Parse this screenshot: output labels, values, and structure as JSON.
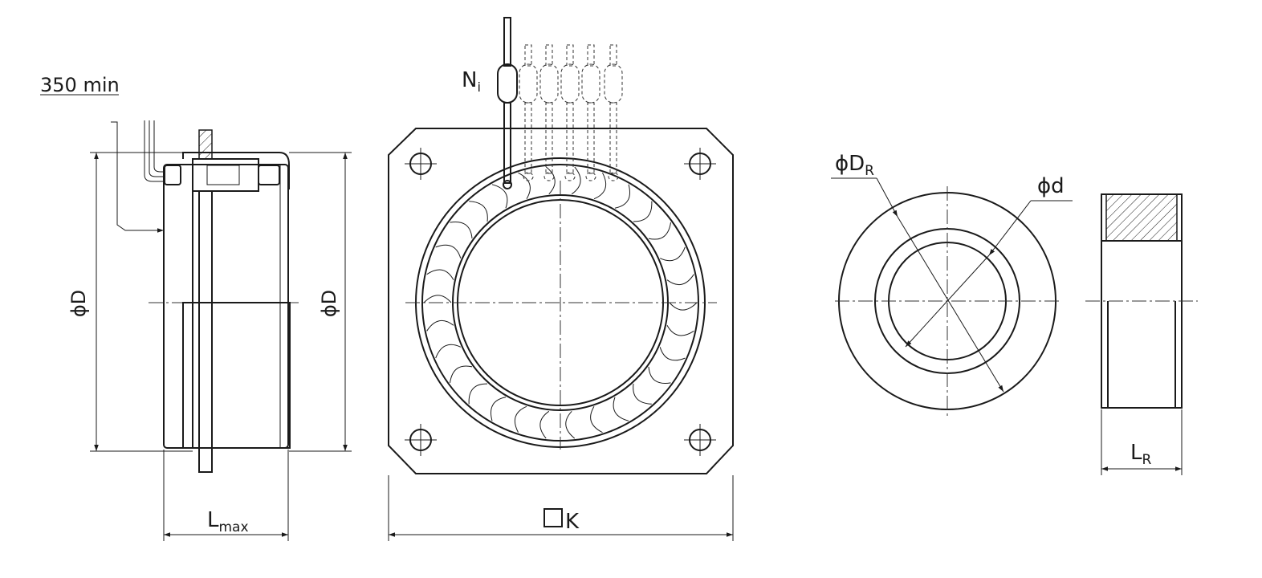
{
  "drawing": {
    "left_view": {
      "lead_length_label": "350 min",
      "diameter_left_label": "ϕD",
      "diameter_right_label": "ϕD",
      "length_label_main": "L",
      "length_label_sub": "max"
    },
    "front_view": {
      "turns_label_main": "N",
      "turns_label_sub": "i",
      "size_label": "K"
    },
    "ring_view": {
      "outer_diameter_label_main": "ϕD",
      "outer_diameter_label_sub": "R",
      "inner_diameter_label": "ϕd"
    },
    "ring_side_view": {
      "length_label_main": "L",
      "length_label_sub": "R"
    }
  }
}
